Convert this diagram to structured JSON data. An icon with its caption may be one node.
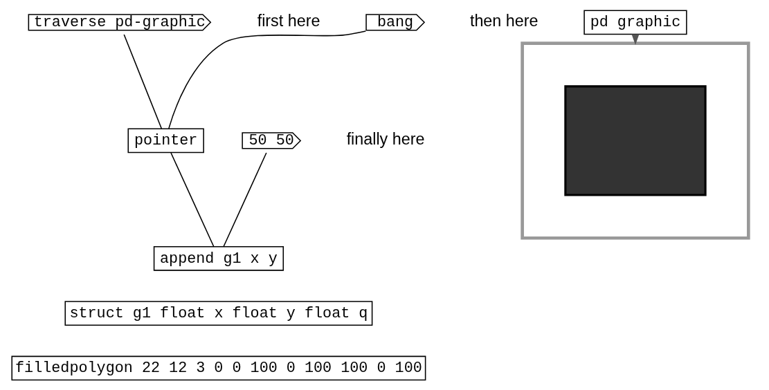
{
  "diagram": {
    "nodes": [
      {
        "text": [
          "traverse pd-graphic"
        ],
        "beside": [
          "first here"
        ]
      },
      {
        "text": [
          "bang"
        ],
        "beside": [
          "then here"
        ]
      },
      {
        "text": [
          "50 50"
        ],
        "beside": [
          "finally here"
        ]
      },
      {
        "text": [
          "pointer"
        ]
      },
      {
        "text": [
          "append g1 x y"
        ]
      },
      {
        "text": [
          "pd graphic"
        ]
      },
      {
        "text": [
          "struct g1 float x float y float q"
        ]
      },
      {
        "text": [
          "filledpolygon 22 12 3 0 0 100 0 100 100 0 100"
        ]
      },
      {
        "text": [],
        "shape": "box"
      },
      {
        "text": [],
        "shape": "box",
        "in": 8
      }
    ],
    "edges": [
      {
        "from": 0,
        "to": 3,
        "arrow": "none"
      },
      {
        "from": 1,
        "to": 3,
        "arrow": "none"
      },
      {
        "from": 2,
        "to": 4,
        "arrow": "none"
      },
      {
        "from": 3,
        "to": 4,
        "arrow": "none"
      },
      {
        "from": 5,
        "to": 8,
        "arrow": "to",
        "color": "#555555"
      }
    ]
  }
}
